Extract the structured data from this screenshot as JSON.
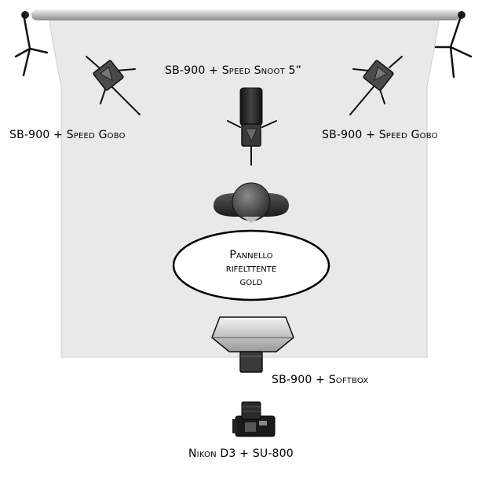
{
  "labels": {
    "top_center": "SB-900 + Speed Snoot 5”",
    "left": "SB-900 + Speed Gobo",
    "right": "SB-900 + Speed Gobo",
    "softbox": "SB-900 + Softbox",
    "camera": "Nikon D3 + SU-800"
  },
  "reflector": {
    "line1": "Pannello",
    "line2": "rifelttente",
    "line3": "gold"
  },
  "colors": {
    "backdrop": "#e9e9e9",
    "light_body": "#3a3a3a",
    "ellipse_fill": "#ffffff"
  },
  "icons": [
    "backdrop-stand-icon",
    "flash-icon",
    "snoot-icon",
    "person-icon",
    "softbox-icon",
    "camera-icon"
  ]
}
